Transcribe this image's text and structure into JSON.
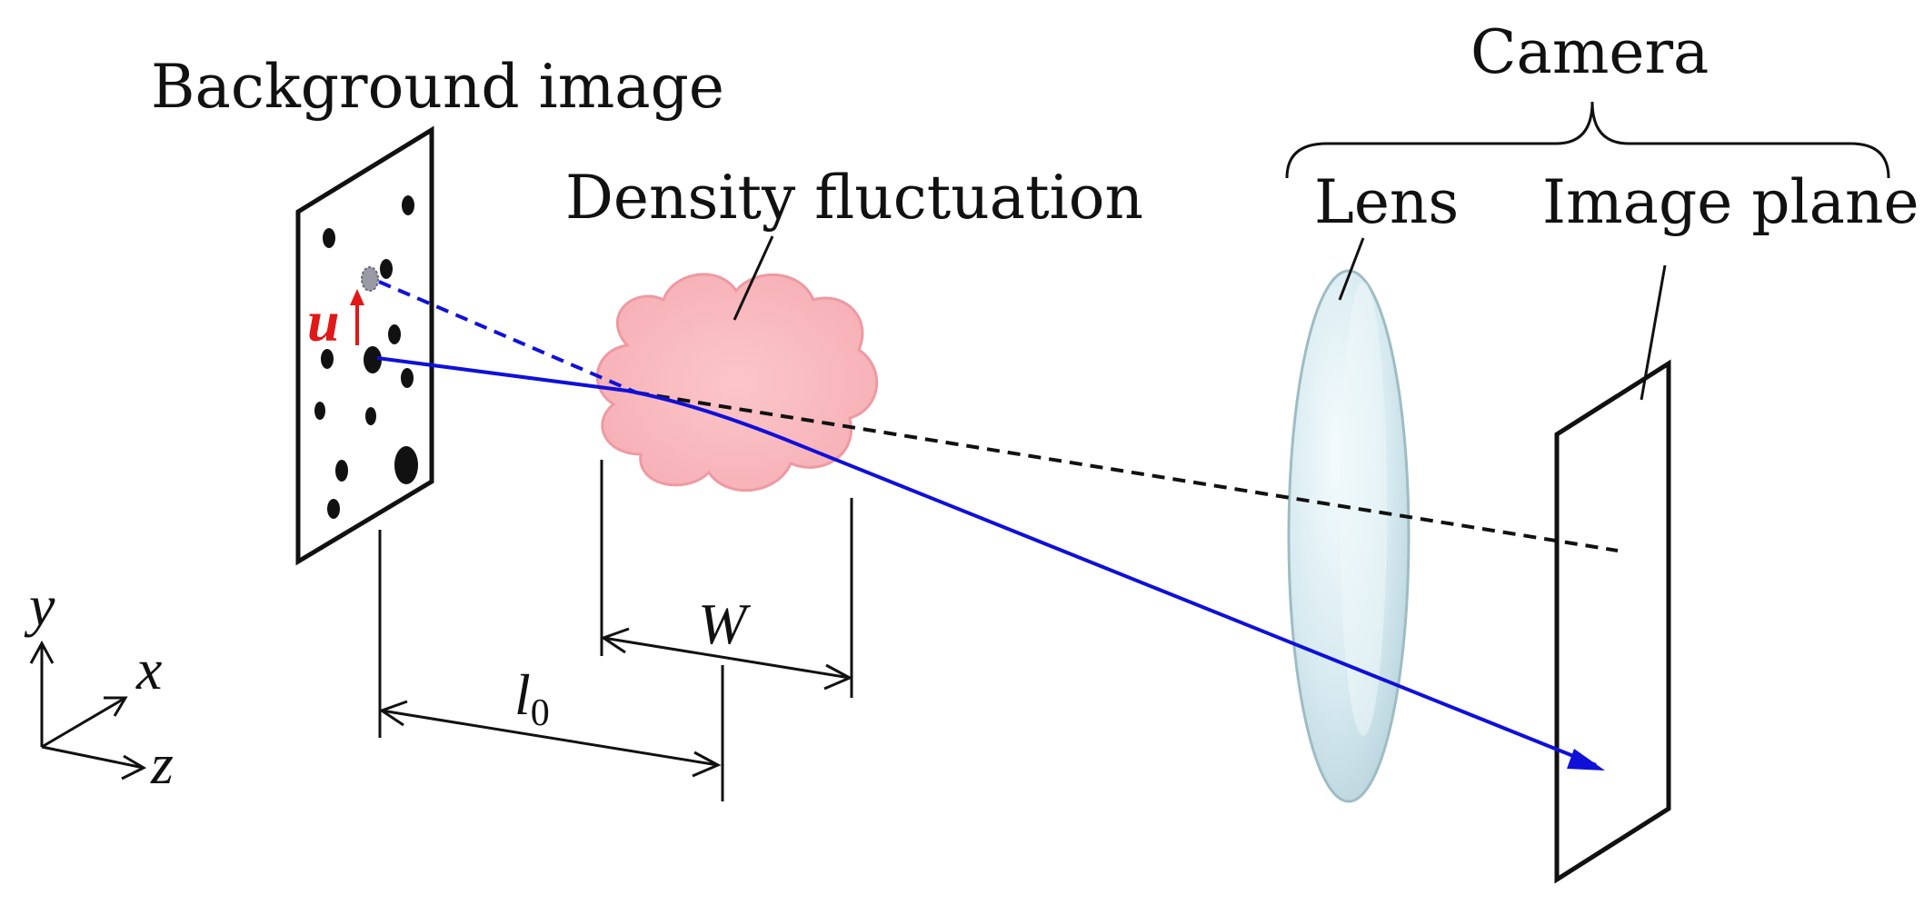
{
  "labels": {
    "background_image": "Background image",
    "density_fluctuation": "Density fluctuation",
    "camera": "Camera",
    "lens": "Lens",
    "image_plane": "Image plane",
    "displacement": "u",
    "width": "W",
    "distance_base": "l",
    "distance_sub": "0",
    "axis_y": "y",
    "axis_x": "x",
    "axis_z": "z"
  },
  "colors": {
    "ray": "#1010d8",
    "displacement": "#e01818",
    "cloud_fill": "#f8b8bc",
    "cloud_edge": "#ee9aa2",
    "lens_fill": "#d8ecf0",
    "lens_edge": "#9fbcc4",
    "line": "#111111"
  }
}
